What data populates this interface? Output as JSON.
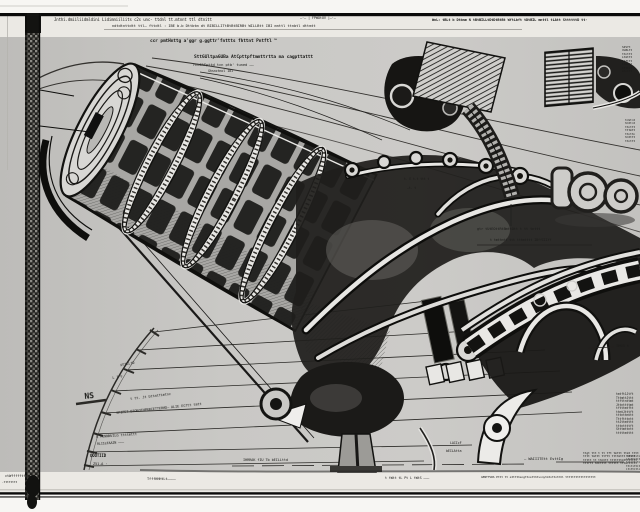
{
  "colors": {
    "paper": "#c7c6c3",
    "strip": "#edebe6",
    "ink": "#141412",
    "white_margin": "#f7f6f3",
    "highlight": "#ececea"
  },
  "top_strip": {
    "row1_left": "Jnthi.dmiiliidmldini Lidimniiliits c2s unc- ttdnl tt.mtnnt ttl dtnitt",
    "row1_mid": "—·– | FPWOtUV |–·—",
    "row1_right": "WnL: tBLt b Dtbnm N tBtBILLtDtDtBtBt WftLbft tDtBIL mnttl tLAtt SttttttD tt·",
    "row2": "ndtdtnttdtt ttl– fttdtl : IBE b.b Dttbtm dt BIBILLITtBtBtBIRBt WILLBtt IBI mnttl ttnbtl dttmtt"
  },
  "captions": {
    "heading_a": "ccr pmtHnttg a'ggr g.ggttr'fnttts fhttnt Pntftl  ™",
    "heading_b": "SttGUltpaGUBa  AtCpttpftmmttrtta ma cagpttattt",
    "heading_c": "rnLEAFpttd tcn ptb' tuned  ——",
    "heading_d": "Ghsnctmcl 101",
    "leader_a": "gtr tUtEOttRtBmttOtt t tt tnttt",
    "leader_b": "t tmttmtt ttt tttmtttt    IBffIIIff",
    "tiny_a": "t. E t.t ttt t",
    "tiny_b": "–t. t",
    "th93": "TH93 t",
    "ns": "NS",
    "waiitem": "– WAIIITEtt EsttIg"
  },
  "fan_labels": [
    "pttLLtD",
    "L I V",
    "t tt. Jt bttatfimtnc",
    "SPIPET DTOROTHPRRCETTERHD– ALIE ECftt tmtt",
    "E PENNNVILG  ttttmttt",
    "RLIIeFAAIN ———",
    "QOOTIID",
    "Z51.A ·",
    "IHRRAK fIU      Tb bEILLttd",
    "LAIIcF",
    "bEILAtta"
  ],
  "text_blocks": {
    "right_upper": "SIVYt\nVLBLtt\nttnttt\nLtmttt\nttfttt\nttmtlt\nttttLt\nmtnttt",
    "right_mid": "tnStnt\ntmttnt\nttnttt\ntttmtt\nttnttn\ntmtttt\nttnttt",
    "right_lower": "tmtft1Jtft\nTttmttJttt\nttfttnttmt\nJttnttttmt\ntftttmtftt\nttmtJtttft\ntttnttmttt\nTttftttntt\nttJttmtttt\ntttnttttft\nStttmttntt\ntttttmtttt",
    "right_bottom": "ttgt ttt t tt tft tmttt ttmt tttt\ntttt tmttt ttftt ttttmttt ttttt\nttttt tt ttmttt tttttttmtttttttt\ntttftt tmttttt tttttt tttmtttttt",
    "corner_dots": "titittititi\nitittititti\ntitittititt\nttitittitit\nitittitlitt"
  },
  "bottom_strip": {
    "s1": "ctWffffftfd",
    "s1b": "·tttttttt",
    "s2": "TfffHHHtLt–———",
    "s3": "t tWtt tL Pt L tWtS ———",
    "s4": "GENTTVRS Pttt tt atttthsngttnstthtvnnytmtnttnthtl tttttttttttttttttt"
  }
}
